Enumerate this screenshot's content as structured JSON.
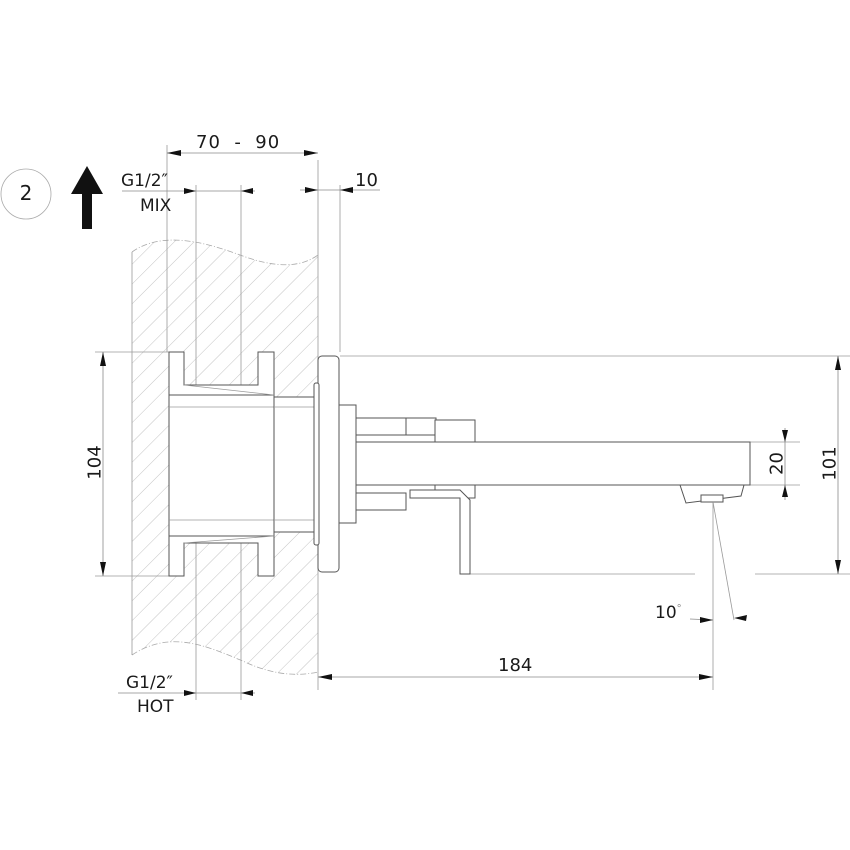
{
  "drawing": {
    "badge_number": "2",
    "direction_icon": "up-arrow-icon",
    "colors": {
      "line": "#555555",
      "dim_line": "#8a8a8a",
      "text": "#1a1a1a",
      "hatch": "#b5b5b5",
      "background": "#ffffff"
    }
  },
  "labels": {
    "mix_thread": "G1/2″",
    "mix_label": "MIX",
    "hot_thread": "G1/2″",
    "hot_label": "HOT"
  },
  "dimensions": {
    "wall_depth": "70  -  90",
    "plate_thickness": "10",
    "body_height": "104",
    "overall_height": "101",
    "spout_height": "20",
    "spout_projection": "184",
    "spout_angle": "10",
    "degree_symbol": "°"
  }
}
